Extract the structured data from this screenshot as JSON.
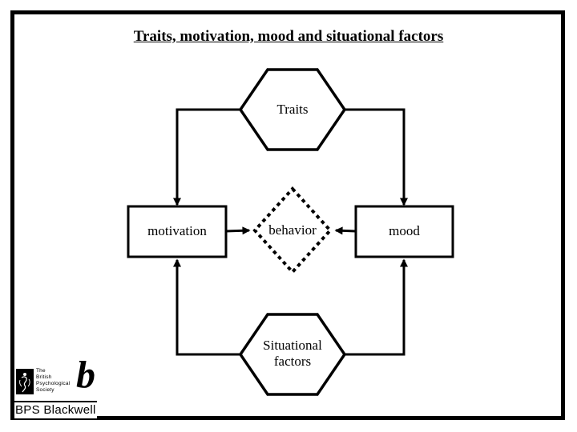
{
  "slide": {
    "title": "Traits, motivation, mood and situational factors"
  },
  "nodes": {
    "traits": {
      "label": "Traits",
      "shape": "hexagon"
    },
    "motivation": {
      "label": "motivation",
      "shape": "rectangle"
    },
    "behavior": {
      "label": "behavior",
      "shape": "dashed-diamond"
    },
    "mood": {
      "label": "mood",
      "shape": "rectangle"
    },
    "situational_factors": {
      "label": "Situational\nfactors",
      "shape": "hexagon"
    }
  },
  "edges": [
    {
      "from": "traits",
      "to": "motivation",
      "style": "solid-arrow"
    },
    {
      "from": "traits",
      "to": "mood",
      "style": "solid-arrow"
    },
    {
      "from": "motivation",
      "to": "behavior",
      "style": "solid-arrow"
    },
    {
      "from": "mood",
      "to": "behavior",
      "style": "solid-arrow"
    },
    {
      "from": "situational_factors",
      "to": "motivation",
      "style": "solid-arrow"
    },
    {
      "from": "situational_factors",
      "to": "mood",
      "style": "solid-arrow"
    }
  ],
  "footer": {
    "society_name": "The\nBritish\nPsychological\nSociety",
    "blackwell_monogram": "b",
    "brand": "BPS Blackwell"
  },
  "colors": {
    "ink": "#000000",
    "background": "#ffffff"
  }
}
